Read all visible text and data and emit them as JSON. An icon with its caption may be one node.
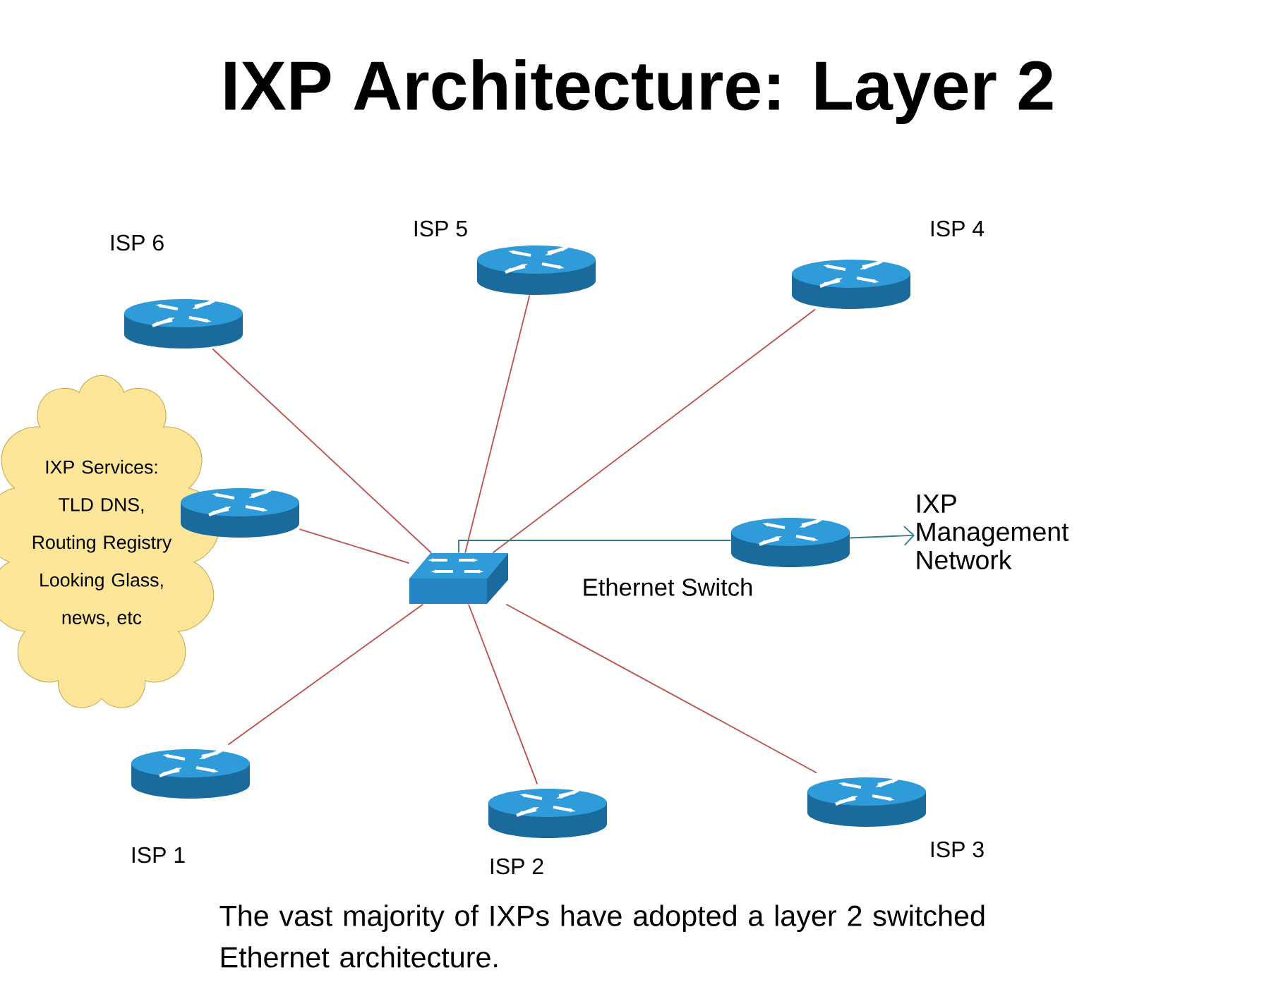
{
  "diagram": {
    "title": "IXP Architecture: Layer 2",
    "caption": "The vast majority of IXPs have adopted a layer 2 switched Ethernet architecture.",
    "nodes": [
      {
        "text": [],
        "shape": "router",
        "beside": [
          "ISP 6"
        ]
      },
      {
        "text": [],
        "shape": "router",
        "beside": [
          "ISP 5"
        ]
      },
      {
        "text": [],
        "shape": "router",
        "beside": [
          "ISP 4"
        ]
      },
      {
        "text": [
          "IXP Services: TLD DNS, Routing Registry Looking Glass, news, etc"
        ]
      },
      {
        "text": [],
        "shape": "router"
      },
      {
        "text": [],
        "shape": "switch"
      },
      {
        "text": [],
        "shape": "router"
      },
      {
        "text": [
          "IXP Management Network"
        ]
      },
      {
        "text": [],
        "shape": "router",
        "beside": [
          "ISP 1"
        ]
      },
      {
        "text": [],
        "shape": "router",
        "beside": [
          "ISP 2"
        ]
      },
      {
        "text": [],
        "shape": "router",
        "beside": [
          "ISP 3"
        ]
      }
    ],
    "edges": [
      {
        "from": 0,
        "to": 5,
        "arrow": "none"
      },
      {
        "from": 1,
        "to": 5,
        "arrow": "none"
      },
      {
        "from": 2,
        "to": 5,
        "arrow": "none"
      },
      {
        "from": 4,
        "to": 5,
        "arrow": "none"
      },
      {
        "from": 5,
        "to": 6,
        "arrow": "none",
        "color": "#31788f"
      },
      {
        "from": 6,
        "to": 7,
        "arrow": "to",
        "color": "#31788f"
      },
      {
        "from": 8,
        "to": 5,
        "arrow": "none"
      },
      {
        "from": 9,
        "to": 5,
        "arrow": "none"
      },
      {
        "from": 10,
        "to": 5,
        "arrow": "none"
      }
    ],
    "labels": [
      "Ethernet Switch"
    ]
  }
}
